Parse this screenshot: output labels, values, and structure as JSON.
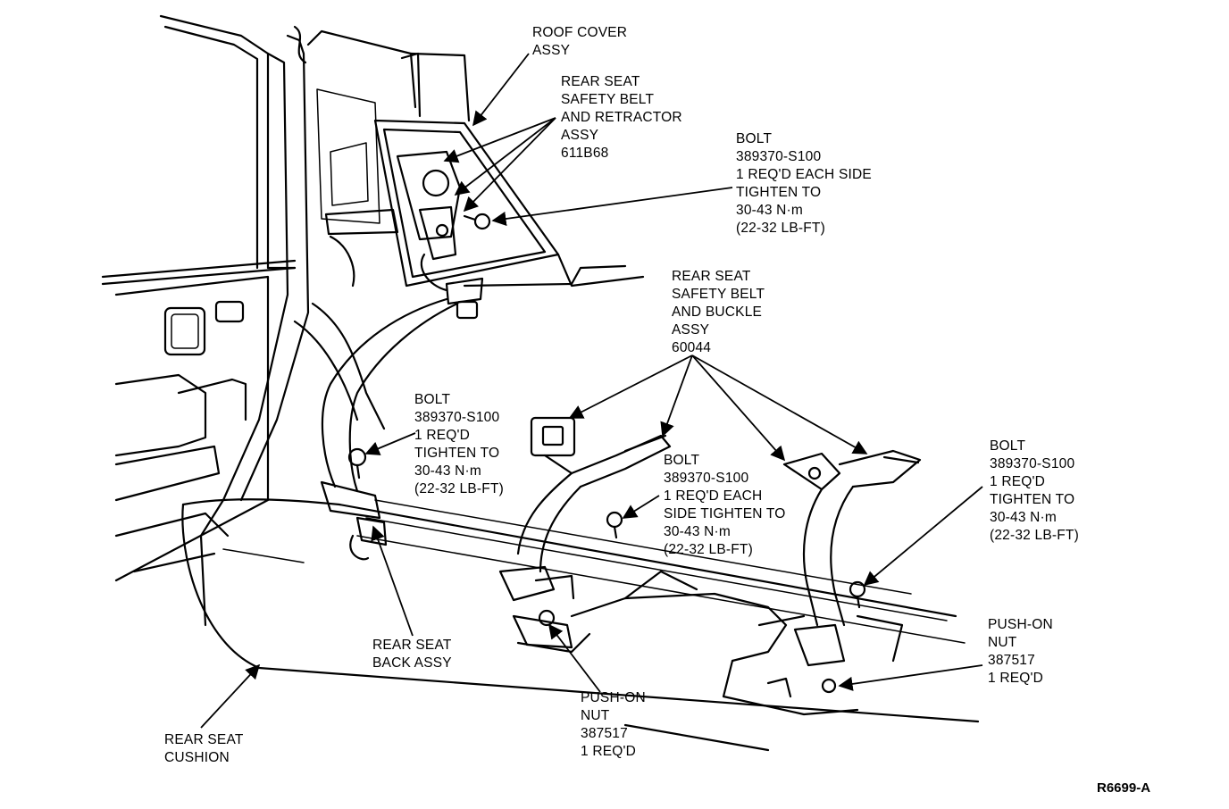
{
  "labels": {
    "roof_cover": [
      "ROOF COVER",
      "ASSY"
    ],
    "belt_retractor": [
      "REAR SEAT",
      "SAFETY BELT",
      "AND RETRACTOR",
      "ASSY",
      "611B68"
    ],
    "bolt_upper": [
      "BOLT",
      "389370-S100",
      "1 REQ'D EACH SIDE",
      "TIGHTEN TO",
      "30-43 N·m",
      "(22-32 LB-FT)"
    ],
    "belt_buckle": [
      "REAR SEAT",
      "SAFETY BELT",
      "AND BUCKLE",
      "ASSY",
      "60044"
    ],
    "bolt_left": [
      "BOLT",
      "389370-S100",
      "1 REQ'D",
      "TIGHTEN TO",
      "30-43 N·m",
      "(22-32 LB-FT)"
    ],
    "bolt_center": [
      "BOLT",
      "389370-S100",
      "1 REQ'D EACH",
      "SIDE TIGHTEN TO",
      "30-43 N·m",
      "(22-32 LB-FT)"
    ],
    "bolt_right": [
      "BOLT",
      "389370-S100",
      "1 REQ'D",
      "TIGHTEN TO",
      "30-43 N·m",
      "(22-32 LB-FT)"
    ],
    "push_nut_right": [
      "PUSH-ON",
      "NUT",
      "387517",
      "1 REQ'D"
    ],
    "seat_back": [
      "REAR SEAT",
      "BACK ASSY"
    ],
    "push_nut_center": [
      "PUSH-ON",
      "NUT",
      "387517",
      "1 REQ'D"
    ],
    "seat_cushion": [
      "REAR SEAT",
      "CUSHION"
    ]
  },
  "figure_ref": "R6699-A"
}
